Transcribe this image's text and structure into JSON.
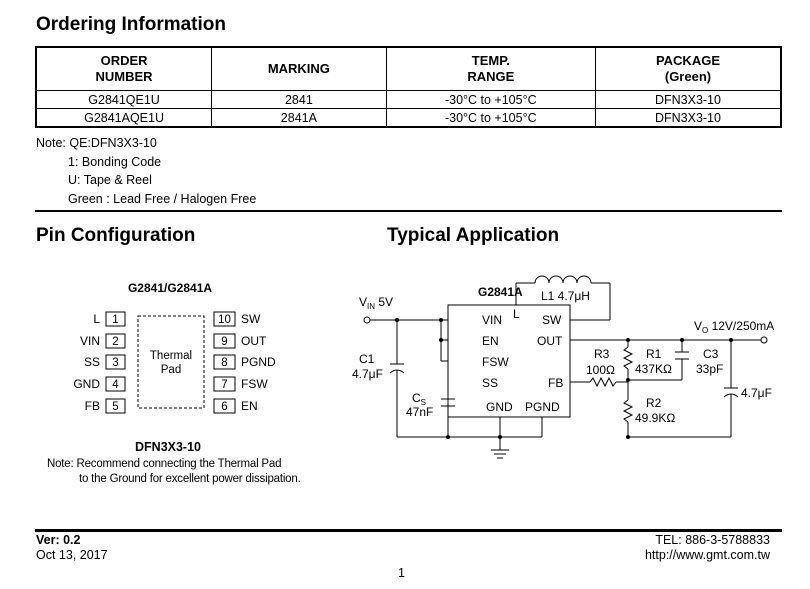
{
  "ordering": {
    "title": "Ordering Information",
    "headers": [
      "ORDER\nNUMBER",
      "MARKING",
      "TEMP.\nRANGE",
      "PACKAGE\n(Green)"
    ],
    "header_lines": [
      [
        "ORDER",
        "NUMBER"
      ],
      [
        "MARKING"
      ],
      [
        "TEMP.",
        "RANGE"
      ],
      [
        "PACKAGE",
        "(Green)"
      ]
    ],
    "rows": [
      [
        "G2841QE1U",
        "2841",
        "-30°C to +105°C",
        "DFN3X3-10"
      ],
      [
        "G2841AQE1U",
        "2841A",
        "-30°C to +105°C",
        "DFN3X3-10"
      ]
    ]
  },
  "note": {
    "label": "Note: QE:DFN3X3-10",
    "lines": [
      "1: Bonding Code",
      "U: Tape & Reel",
      "Green : Lead Free / Halogen Free"
    ]
  },
  "pin_config": {
    "title": "Pin Configuration",
    "part": "G2841/G2841A",
    "left_pins": [
      {
        "name": "L",
        "num": "1"
      },
      {
        "name": "VIN",
        "num": "2"
      },
      {
        "name": "SS",
        "num": "3"
      },
      {
        "name": "GND",
        "num": "4"
      },
      {
        "name": "FB",
        "num": "5"
      }
    ],
    "right_pins": [
      {
        "num": "10",
        "name": "SW"
      },
      {
        "num": "9",
        "name": "OUT"
      },
      {
        "num": "8",
        "name": "PGND"
      },
      {
        "num": "7",
        "name": "FSW"
      },
      {
        "num": "6",
        "name": "EN"
      }
    ],
    "pad_line1": "Thermal",
    "pad_line2": "Pad",
    "package": "DFN3X3-10",
    "note_line1": "Note: Recommend connecting the Thermal Pad",
    "note_line2": "to the Ground for excellent power dissipation."
  },
  "typical": {
    "title": "Typical Application",
    "ic_name": "G2841A",
    "vin_label": "V",
    "vin_sub": "IN",
    "vin_value": " 5V",
    "vout_label": "V",
    "vout_sub": "O",
    "vout_value": " 12V/250mA",
    "inductor": "L1 4.7μH",
    "pins": {
      "vin": "VIN",
      "en": "EN",
      "fsw": "FSW",
      "ss": "SS",
      "gnd": "GND",
      "l": "L",
      "sw": "SW",
      "out": "OUT",
      "fb": "FB",
      "pgnd": "PGND"
    },
    "c1_name": "C1",
    "c1_value": "4.7μF",
    "cs_name": "C",
    "cs_sub": "S",
    "cs_value": "47nF",
    "r3_name": "R3",
    "r3_value": "100Ω",
    "r1_name": "R1",
    "r1_value": "437KΩ",
    "c3_name": "C3",
    "c3_value": "33pF",
    "r2_name": "R2",
    "r2_value": "49.9KΩ",
    "cout_value": "4.7μF"
  },
  "footer": {
    "version": "Ver: 0.2",
    "date": "Oct 13, 2017",
    "tel": "TEL: 886-3-5788833",
    "url": "http://www.gmt.com.tw",
    "page": "1"
  }
}
